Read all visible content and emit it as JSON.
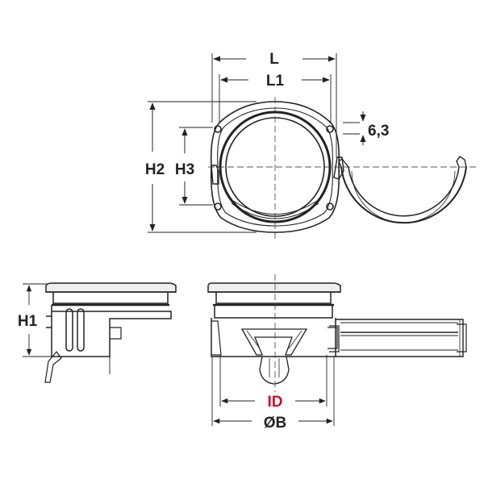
{
  "drawing": {
    "colors": {
      "outline": "#222222",
      "centerline": "#555555",
      "accent": "#c8102e",
      "fill_light": "#eeeeee"
    },
    "labels": {
      "L": "L",
      "L1": "L1",
      "H2": "H2",
      "H3": "H3",
      "thickness": "6,3",
      "H1": "H1",
      "ID": "ID",
      "OB": "ØB"
    }
  }
}
